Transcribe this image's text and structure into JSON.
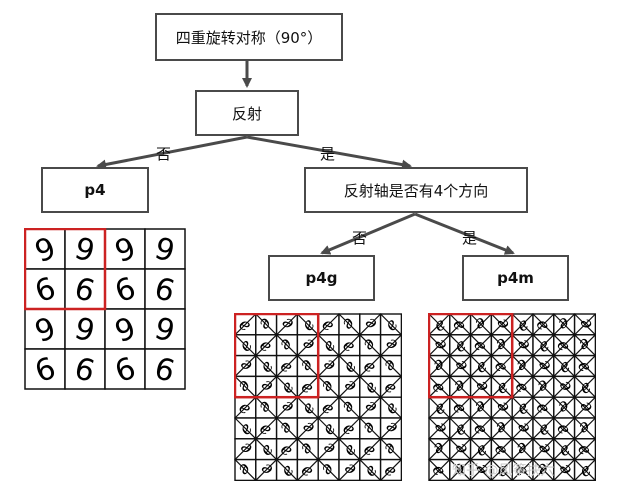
{
  "nodes": {
    "root": "四重旋转对称（90°）",
    "reflection": "反射",
    "p4": "p4",
    "axis_question": "反射轴是否有4个方向",
    "p4g": "p4g",
    "p4m": "p4m"
  },
  "edge_labels": {
    "no": "否",
    "yes": "是"
  },
  "glyphs": {
    "top": "9",
    "bottom": "6",
    "curl": "e"
  },
  "colors": {
    "line": "#4a4a4a",
    "grid": "#111111",
    "highlight": "#cc2222"
  },
  "watermark": "知乎 @风筝扶六"
}
